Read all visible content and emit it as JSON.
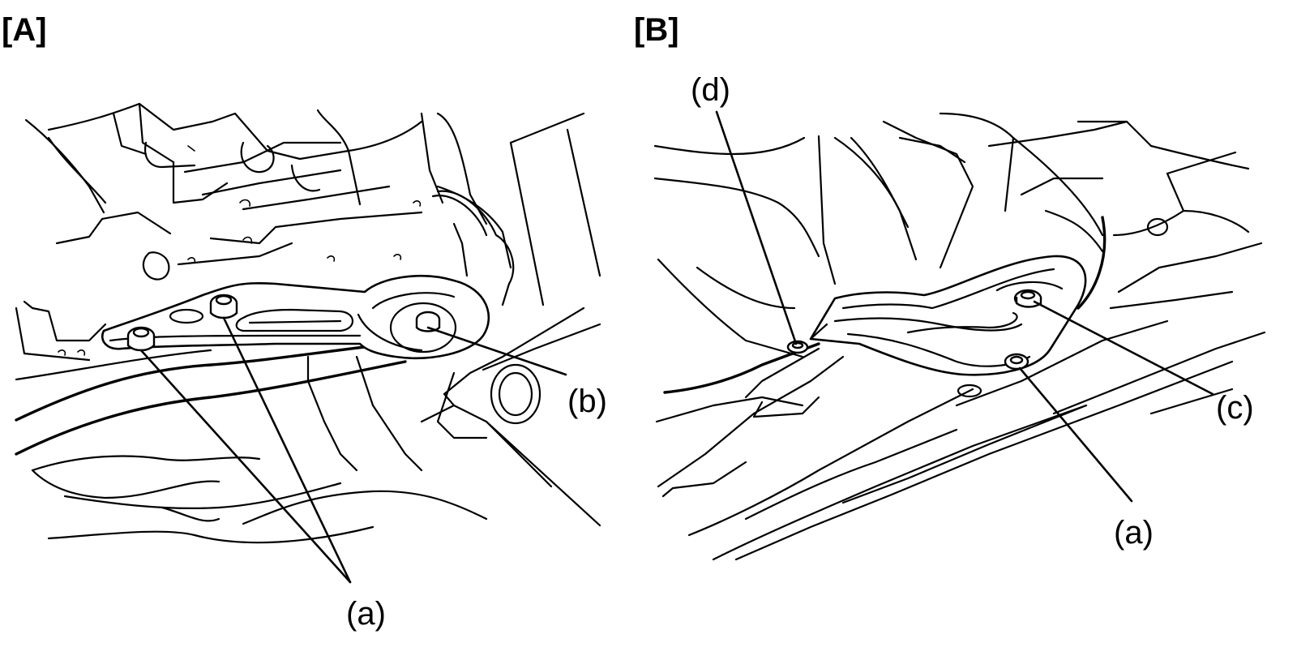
{
  "panels": [
    {
      "label": "[A]",
      "callouts": {
        "a": "(a)",
        "b": "(b)"
      }
    },
    {
      "label": "[B]",
      "callouts": {
        "d": "(d)",
        "a": "(a)",
        "c": "(c)"
      }
    }
  ]
}
